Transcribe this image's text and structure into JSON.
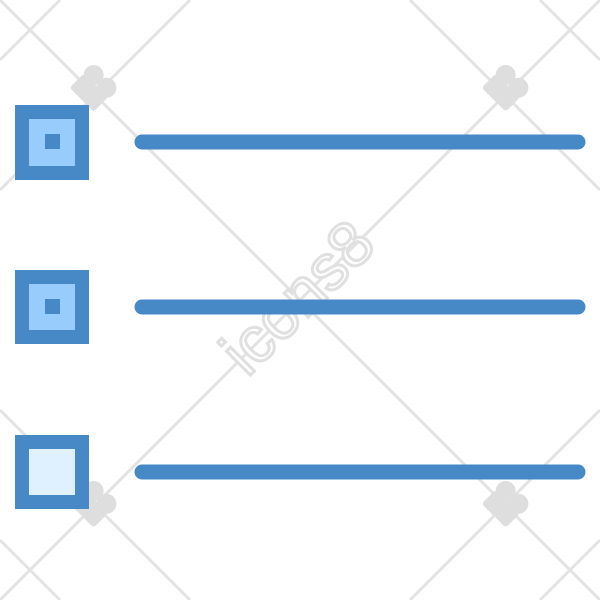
{
  "icon": {
    "name": "bulleted-list-icon",
    "items": [
      {
        "state": "selected",
        "fill": "#98ccfd"
      },
      {
        "state": "selected",
        "fill": "#98ccfd"
      },
      {
        "state": "empty",
        "fill": "#dff0fe"
      }
    ]
  },
  "colors": {
    "primary": "#4788c7",
    "checkbox_fill_light": "#98ccfd",
    "checkbox_fill_empty": "#dff0fe",
    "watermark": "#d9d9d9"
  },
  "watermark": {
    "text": "icons8"
  }
}
